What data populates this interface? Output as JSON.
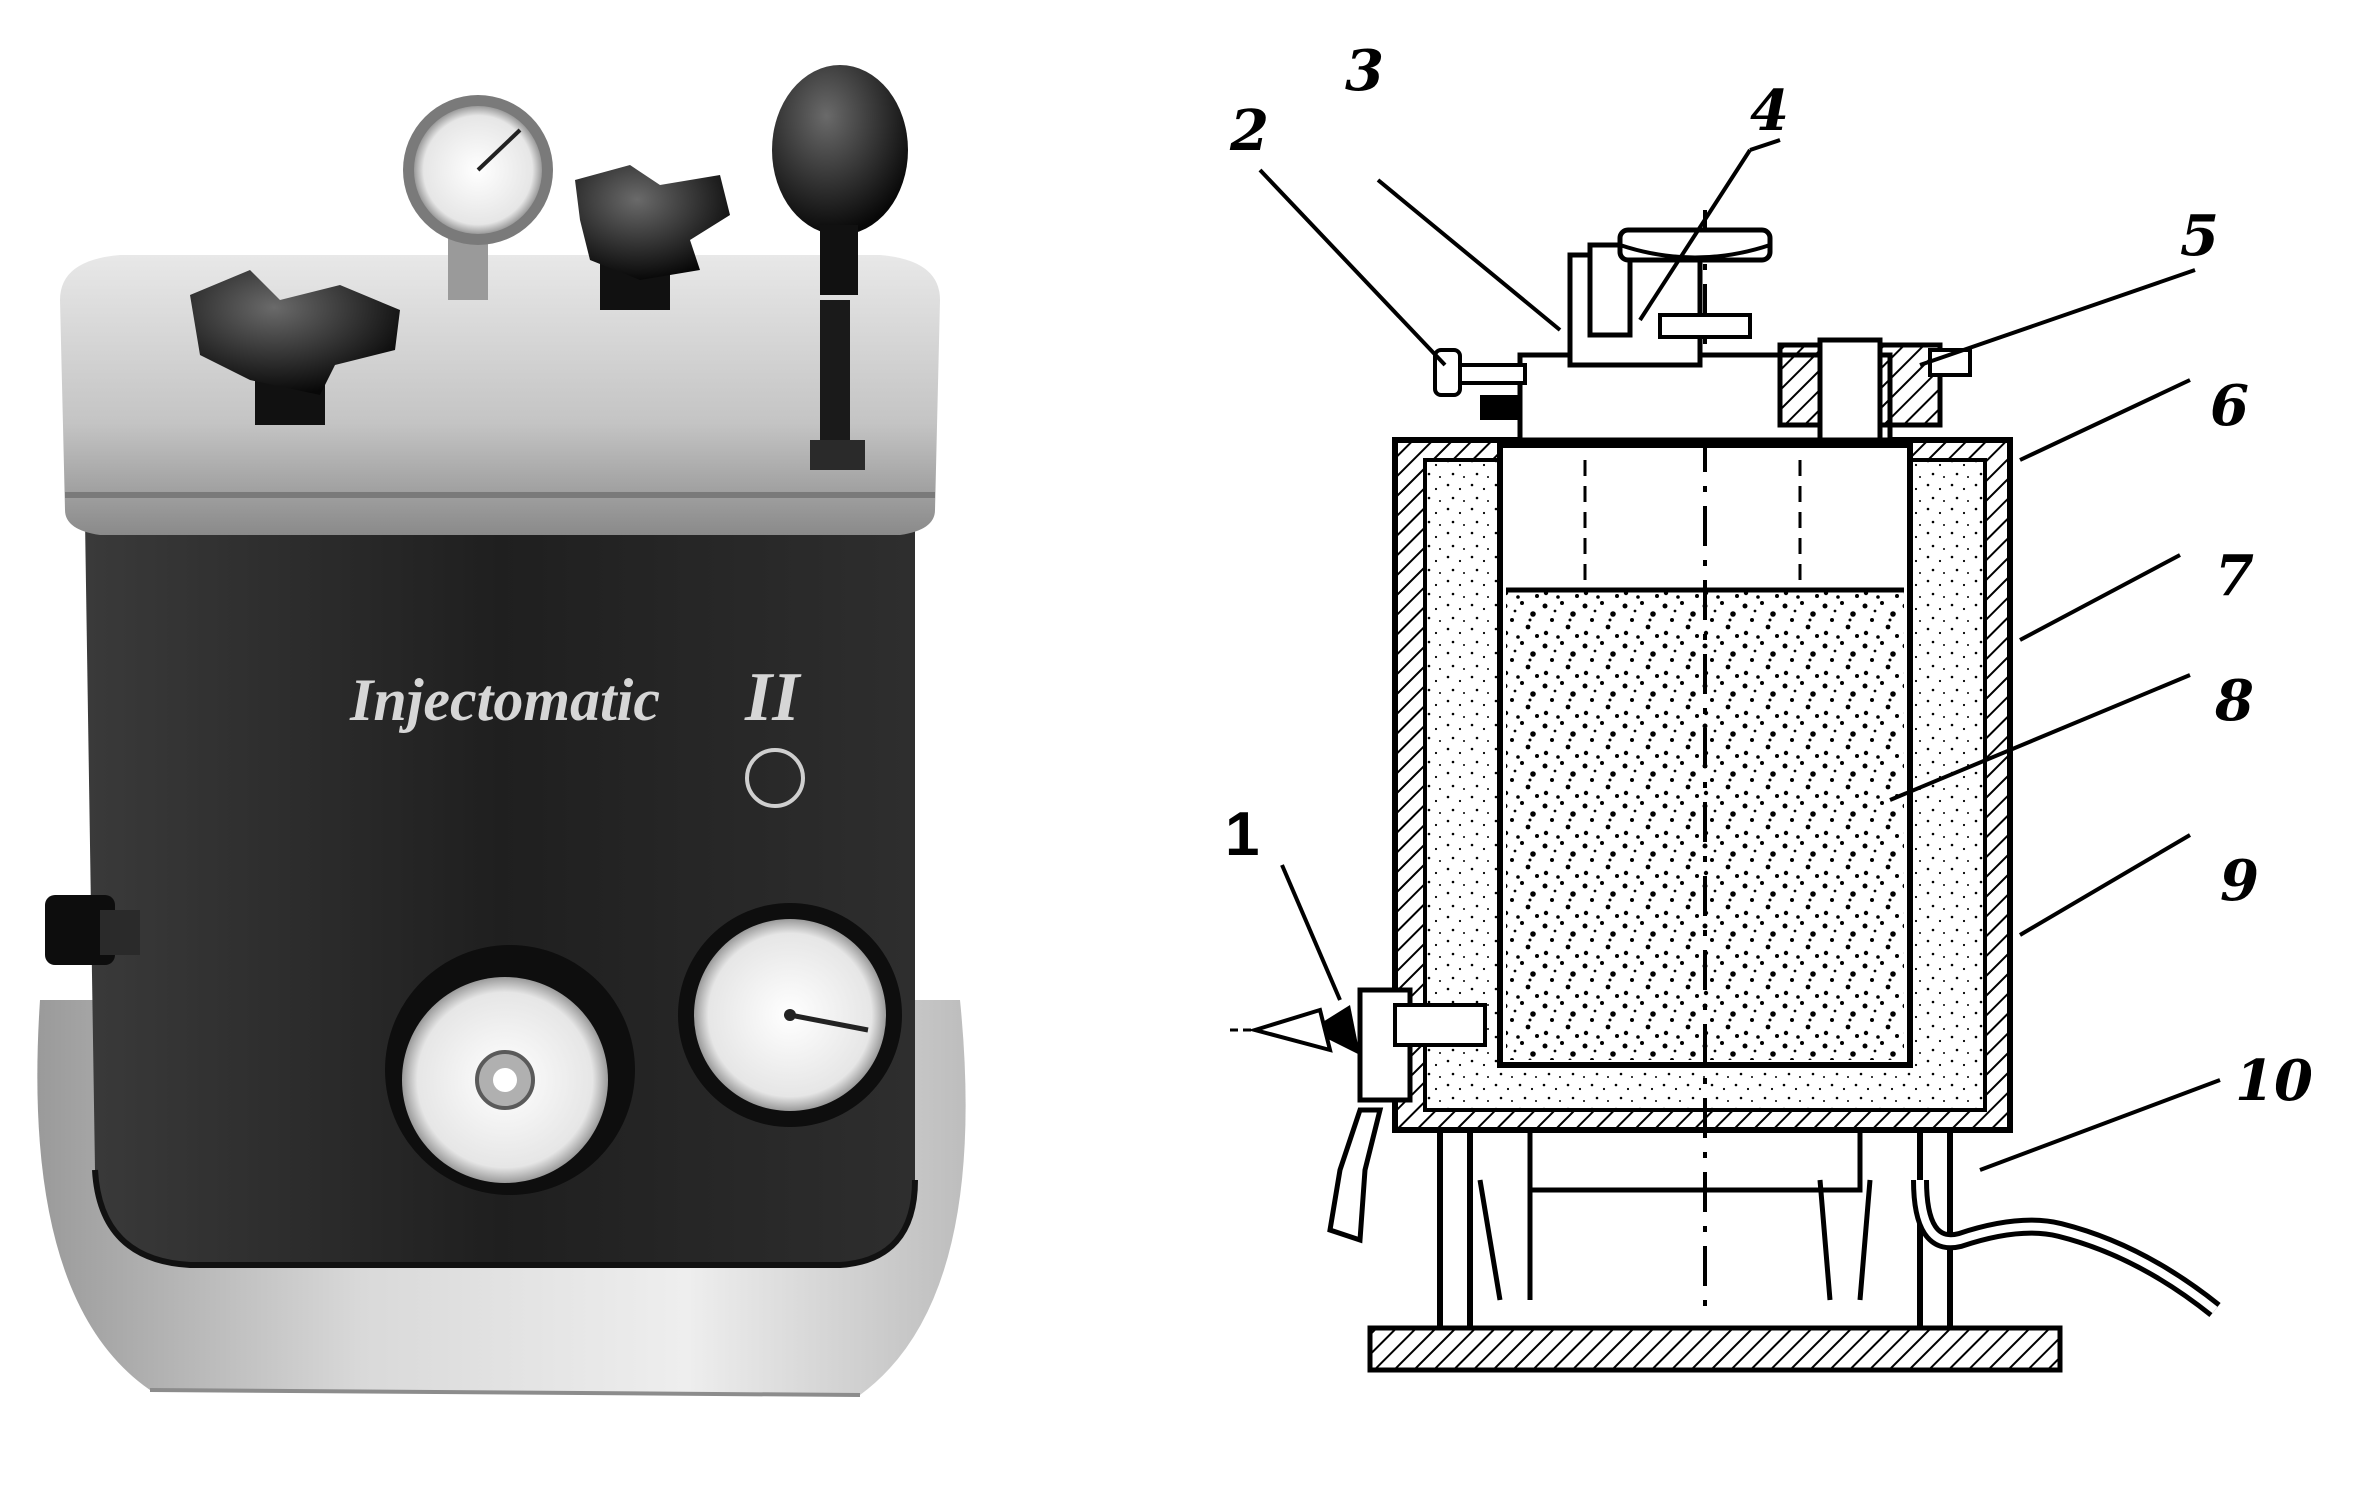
{
  "photo": {
    "brand": "Injectomatic",
    "model_mark": "II"
  },
  "drawing": {
    "callouts": [
      "1",
      "2",
      "3",
      "4",
      "5",
      "6",
      "7",
      "8",
      "9",
      "10"
    ]
  }
}
